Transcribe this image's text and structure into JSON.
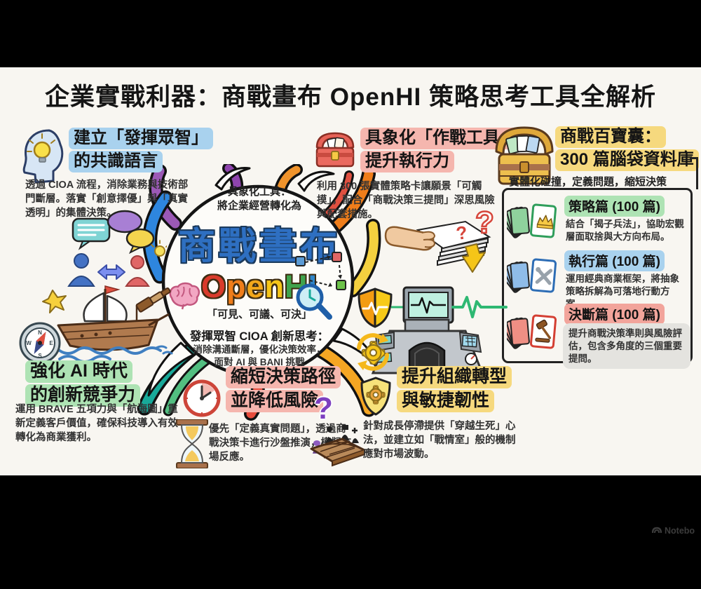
{
  "title": "企業實戰利器：商戰畫布 OpenHI 策略思考工具全解析",
  "watermark": {
    "label": "Notebo"
  },
  "glyphs": {
    "question_mark": "?"
  },
  "colors": {
    "canvas_bg": "#f8f6f1",
    "highlight_blue": "#a9d2ee",
    "highlight_pink": "#f5b6ae",
    "highlight_yellow": "#f6d97e",
    "highlight_green": "#aee3b4",
    "highlight_red": "#f2a49b",
    "name_blue": "#2e6fc1"
  },
  "center": {
    "kicker1": "具象化工具：",
    "kicker2": "將企業經營轉化為",
    "name": "商戰畫布",
    "brand_letters": [
      {
        "ch": "O",
        "color": "#d93b2b"
      },
      {
        "ch": "p",
        "color": "#ef7d1a"
      },
      {
        "ch": "e",
        "color": "#f2a71b"
      },
      {
        "ch": "n",
        "color": "#f5c518"
      },
      {
        "ch": "H",
        "color": "#3fa34d"
      },
      {
        "ch": "I",
        "color": "#2f86c9"
      }
    ],
    "tagline": "「可見、可議、可決」",
    "footer1": "發揮眾智 CIOA 創新思考：",
    "footer2": "消除溝通斷層，優化決策效率，",
    "footer3": "面對 AI 與 BANI 挑戰"
  },
  "sections": {
    "consensus": {
      "title1": "建立「發揮眾智」",
      "title2": "的共識語言",
      "body": "透過 CIOA 流程，消除業務與技術部門斷層。落實「創意擇優」與「真實透明」的集體決策。"
    },
    "tools": {
      "title1": "具象化「作戰工具」",
      "title2": "提升執行力",
      "body": "利用 300 張實體策略卡讓願景「可觸摸」，配合「商戰決策三提問」深思風險與配套措施。"
    },
    "treasury": {
      "title1": "商戰百寶囊：",
      "title2": "300 篇腦袋資料庫",
      "subtitle": "實體化碰撞，定義問題，縮短決策",
      "cards": [
        {
          "label": "策略篇 (100 篇)",
          "body": "結合「揭子兵法」，協助宏觀層面取捨與大方向布局。"
        },
        {
          "label": "執行篇 (100 篇)",
          "body": "運用經典商業框架，將抽象策略拆解為可落地行動方案。"
        },
        {
          "label": "決斷篇 (100 篇)",
          "body": "提升商戰決策準則與風險評估，包含多角度的三個重要提問。"
        }
      ]
    },
    "ai": {
      "title1": "強化 AI 時代",
      "title2": "的創新競爭力",
      "body": "運用 BRAVE 五項力與「航海圖」重新定義客戶價值，確保科技導入有效轉化為商業獲利。",
      "compass": {
        "n": "N",
        "e": "E",
        "s": "S",
        "w": "W"
      }
    },
    "decision": {
      "title1": "縮短決策路徑",
      "title2": "並降低風險",
      "body": "優先「定義真實問題」，透過商戰決策卡進行沙盤推演，模擬市場反應。"
    },
    "agility": {
      "title1": "提升組織轉型",
      "title2": "與敏捷韌性",
      "body": "針對成長停滯提供「穿越生死」心法，並建立如「戰情室」般的機制應對市場波動。"
    }
  }
}
